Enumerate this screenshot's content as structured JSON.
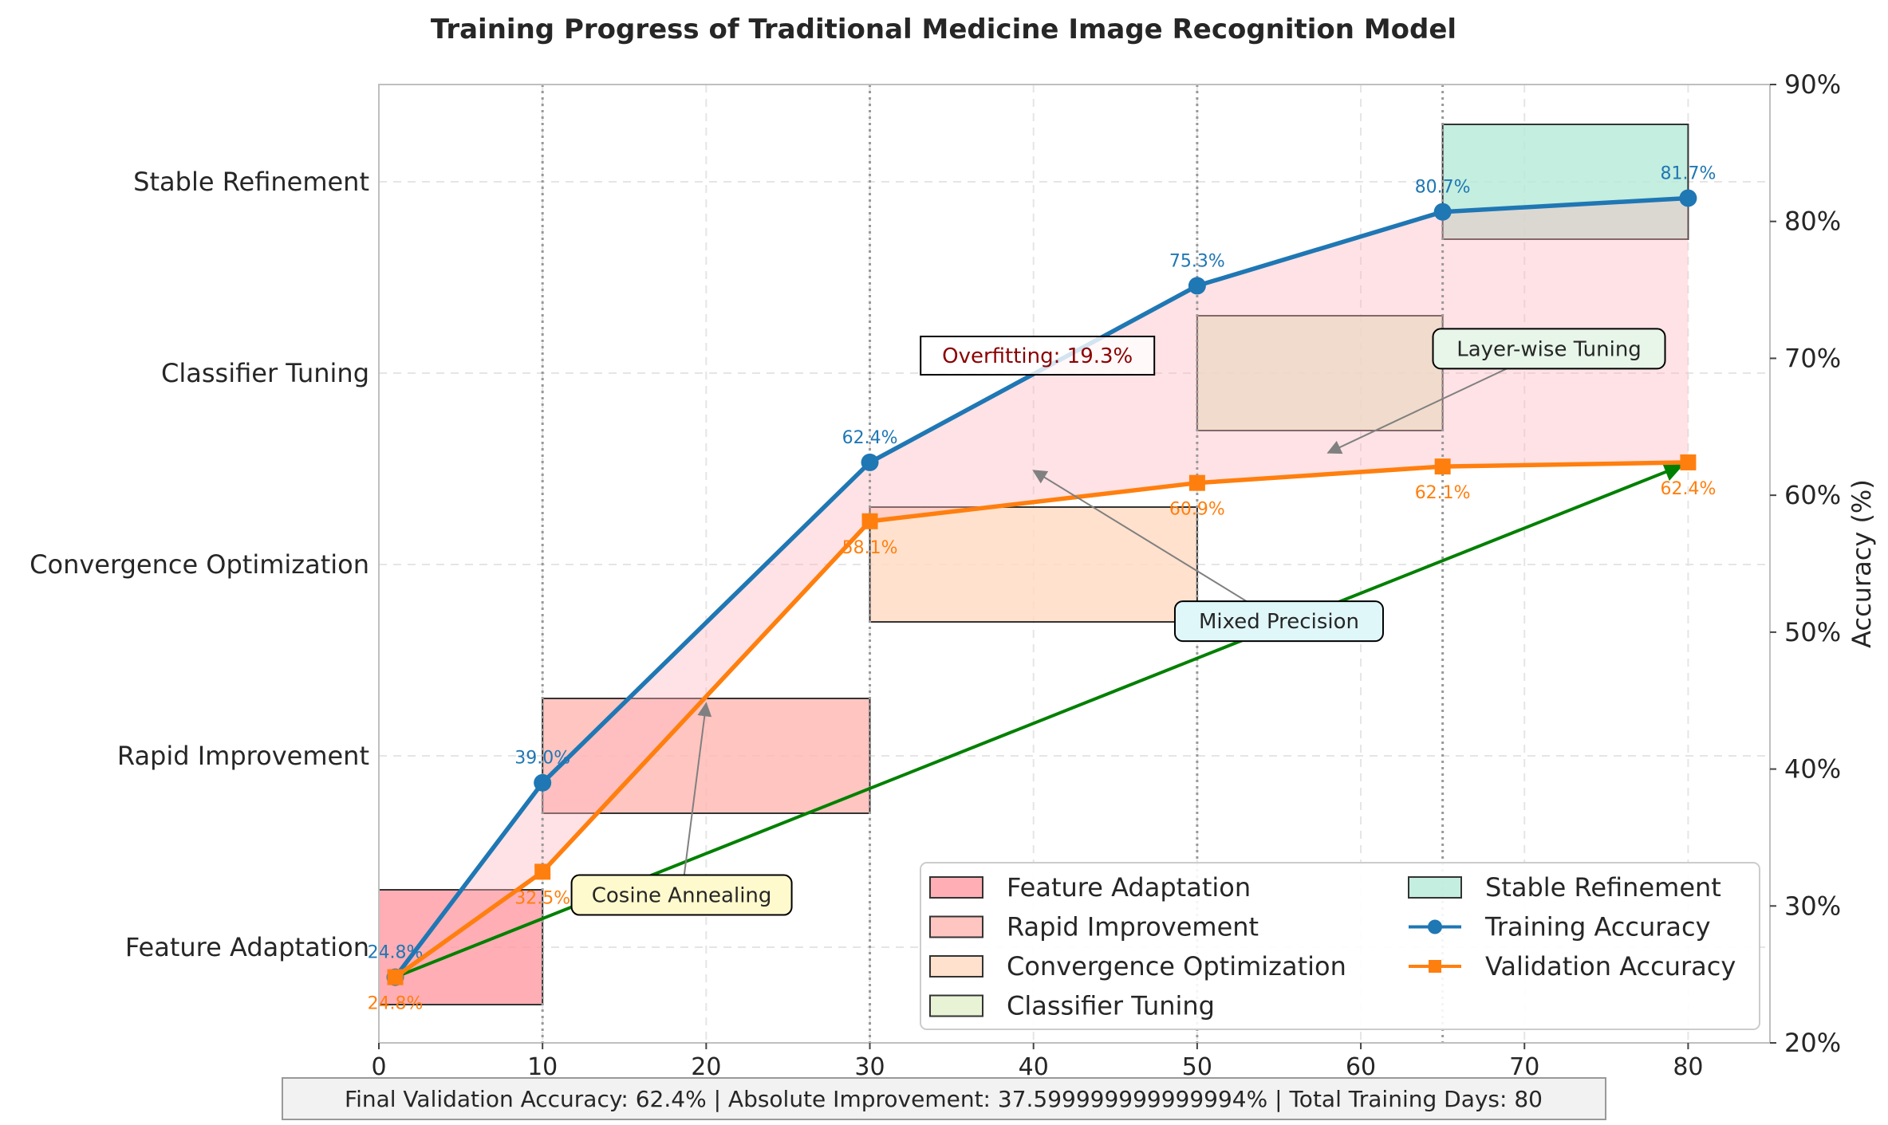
{
  "chart_data": {
    "type": "line",
    "title": "Training Progress of Traditional Medicine Image Recognition Model",
    "x_axis": {
      "range": [
        0,
        85
      ],
      "ticks": [
        0,
        10,
        20,
        30,
        40,
        50,
        60,
        70,
        80
      ]
    },
    "y_axis_left": {
      "ticks": [
        "Feature Adaptation",
        "Rapid Improvement",
        "Convergence Optimization",
        "Classifier Tuning",
        "Stable Refinement"
      ]
    },
    "y_axis_right": {
      "label": "Accuracy (%)",
      "range": [
        20,
        90
      ],
      "ticks": [
        "20%",
        "30%",
        "40%",
        "50%",
        "60%",
        "70%",
        "80%",
        "90%"
      ]
    },
    "grid": true,
    "legend_position": "lower-right",
    "phases": [
      {
        "name": "Feature Adaptation",
        "start": 0,
        "end": 10,
        "row": 0,
        "color": "#ff9aa2"
      },
      {
        "name": "Rapid Improvement",
        "start": 10,
        "end": 30,
        "row": 1,
        "color": "#ffb7b2"
      },
      {
        "name": "Convergence Optimization",
        "start": 30,
        "end": 50,
        "row": 2,
        "color": "#ffdac1"
      },
      {
        "name": "Classifier Tuning",
        "start": 50,
        "end": 65,
        "row": 3,
        "color": "#e2f0cb"
      },
      {
        "name": "Stable Refinement",
        "start": 65,
        "end": 80,
        "row": 4,
        "color": "#b5ead7"
      }
    ],
    "phase_boundaries": [
      10,
      30,
      50,
      65
    ],
    "series": [
      {
        "name": "Training Accuracy",
        "color": "#1f77b4",
        "marker": "circle",
        "x": [
          1,
          10,
          30,
          50,
          65,
          80
        ],
        "y": [
          24.8,
          39.0,
          62.4,
          75.3,
          80.7,
          81.7
        ],
        "labels": [
          "24.8%",
          "39.0%",
          "62.4%",
          "75.3%",
          "80.7%",
          "81.7%"
        ]
      },
      {
        "name": "Validation Accuracy",
        "color": "#ff7f0e",
        "marker": "square",
        "x": [
          1,
          10,
          30,
          50,
          65,
          80
        ],
        "y": [
          24.8,
          32.5,
          58.1,
          60.9,
          62.1,
          62.4
        ],
        "labels": [
          "24.8%",
          "32.5%",
          "58.1%",
          "60.9%",
          "62.1%",
          "62.4%"
        ]
      }
    ],
    "trend_arrow": {
      "from": [
        1,
        24.8
      ],
      "to": [
        80,
        62.4
      ],
      "color": "#008000"
    },
    "overfitting_label": "Overfitting: 19.3%",
    "annotations": [
      {
        "text": "Cosine Annealing",
        "box_x": 18.5,
        "box_y": 30.8,
        "point_x": 20,
        "point_y": 44.8,
        "color": "#fffacd"
      },
      {
        "text": "Mixed Precision",
        "box_x": 55,
        "box_y": 50.8,
        "point_x": 40,
        "point_y": 61.8,
        "color": "#e0f7fa"
      },
      {
        "text": "Layer-wise Tuning",
        "box_x": 71.5,
        "box_y": 70.7,
        "point_x": 58,
        "point_y": 63.1,
        "color": "#e8f5e9"
      }
    ],
    "footer": "Final Validation Accuracy: 62.4% | Absolute Improvement: 37.599999999999994% | Total Training Days: 80"
  }
}
